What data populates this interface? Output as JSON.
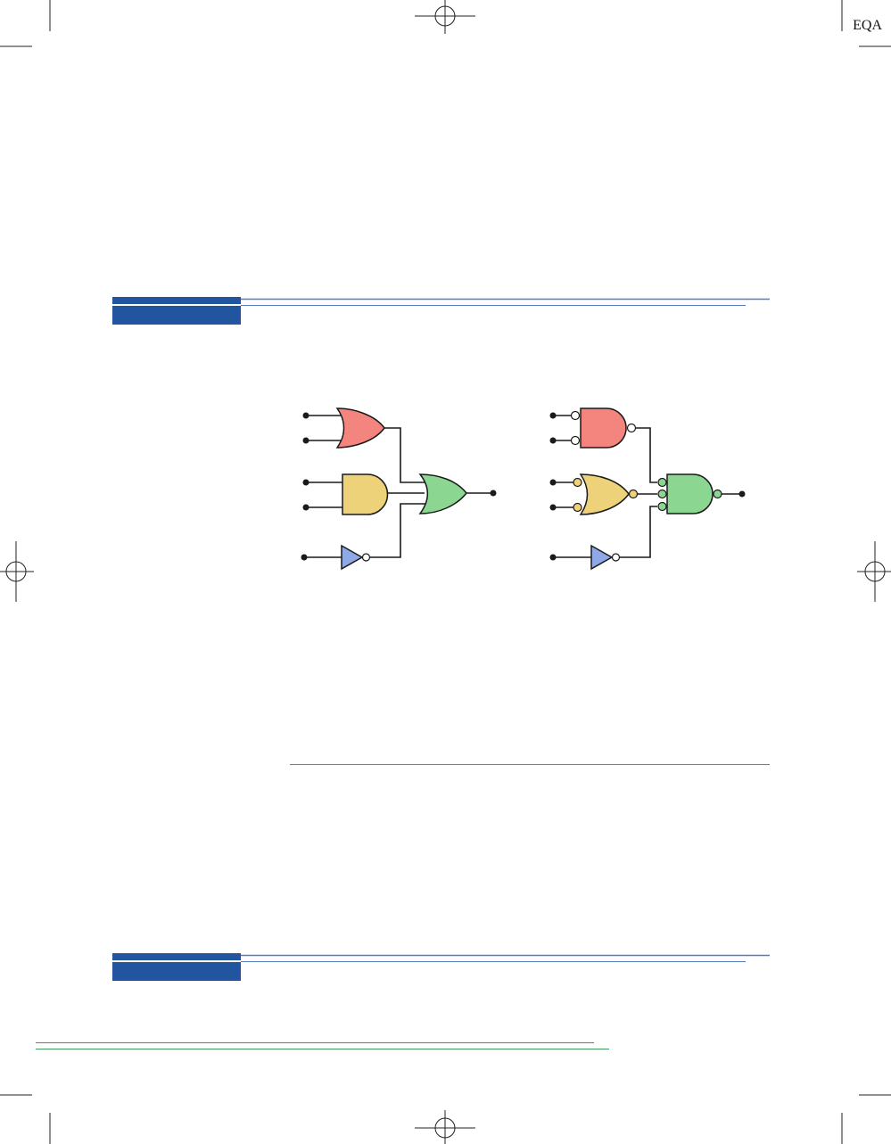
{
  "page": {
    "corner_tag": "EQA"
  },
  "colors": {
    "section_band": "#2155a0",
    "rule_blue": "#5b79c4",
    "rule_green": "#3c9a5a",
    "or_gate": "#f3857e",
    "and_gate": "#eed27a",
    "output_gate": "#8bd690",
    "inverter": "#8fa8e6",
    "wire": "#1a1a1a"
  },
  "diagram": {
    "left_circuit": {
      "gates": [
        {
          "name": "or-gate",
          "type": "OR",
          "color_key": "or_gate"
        },
        {
          "name": "and-gate",
          "type": "AND",
          "color_key": "and_gate"
        },
        {
          "name": "inverter",
          "type": "NOT",
          "color_key": "inverter"
        },
        {
          "name": "output-or-gate",
          "type": "OR",
          "color_key": "output_gate"
        }
      ]
    },
    "right_circuit": {
      "gates": [
        {
          "name": "nand-equivalent-gate",
          "type": "AND with inverted inputs and output",
          "color_key": "or_gate"
        },
        {
          "name": "nor-equivalent-gate",
          "type": "OR with inverted inputs and output",
          "color_key": "and_gate"
        },
        {
          "name": "inverter",
          "type": "NOT",
          "color_key": "inverter"
        },
        {
          "name": "output-nand-gate",
          "type": "AND with inverted inputs",
          "color_key": "output_gate"
        }
      ]
    }
  }
}
